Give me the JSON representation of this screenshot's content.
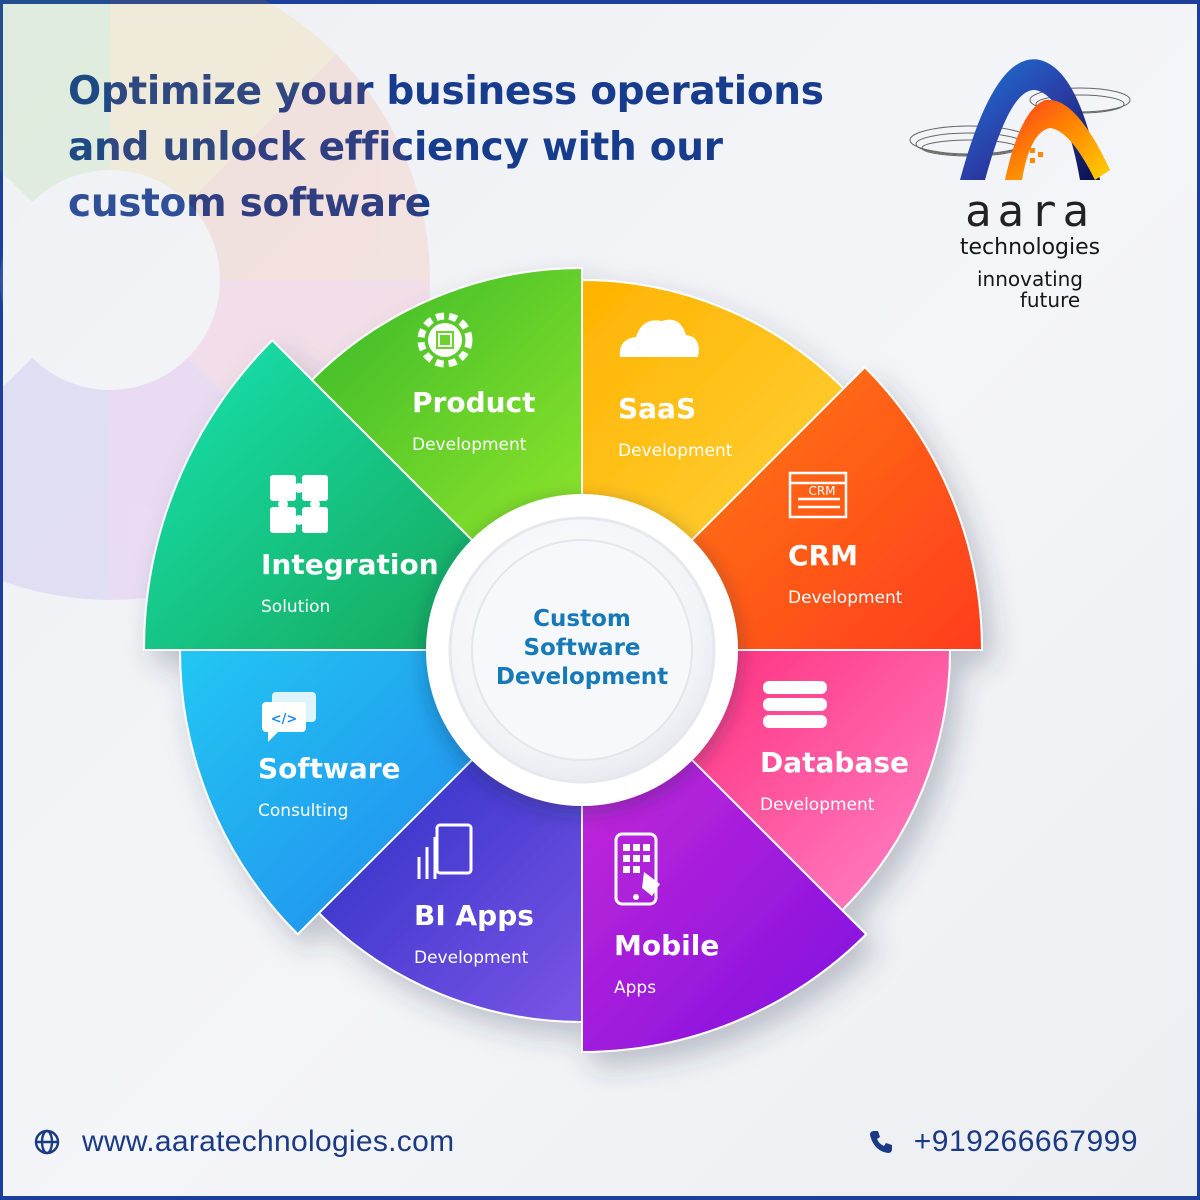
{
  "headline": [
    "Optimize your business operations",
    "and unlock efficiency with our",
    "custom software"
  ],
  "logo": {
    "brand": "aara",
    "sub": "technologies",
    "tagline_1": "innovating",
    "tagline_2": "future"
  },
  "center": [
    "Custom",
    "Software",
    "Development"
  ],
  "segments": [
    {
      "title": "SaaS",
      "subtitle": "Development",
      "icon": "cloud-icon",
      "color": "#ffb300"
    },
    {
      "title": "CRM",
      "subtitle": "Development",
      "icon": "crm-window-icon",
      "color": "#ff5a1f",
      "icon_text": "CRM"
    },
    {
      "title": "Database",
      "subtitle": "Development",
      "icon": "database-icon",
      "color": "#ff3c8a"
    },
    {
      "title": "Mobile",
      "subtitle": "Apps",
      "icon": "mobile-touch-icon",
      "color": "#a21ed6"
    },
    {
      "title": "BI Apps",
      "subtitle": "Development",
      "icon": "bi-chart-icon",
      "color": "#5a3de0"
    },
    {
      "title": "Software",
      "subtitle": "Consulting",
      "icon": "code-chat-icon",
      "color": "#1fa5f0"
    },
    {
      "title": "Integration",
      "subtitle": "Solution",
      "icon": "puzzle-icon",
      "color": "#17b57a"
    },
    {
      "title": "Product",
      "subtitle": "Development",
      "icon": "gear-box-icon",
      "color": "#5bc82a"
    }
  ],
  "footer": {
    "website": "www.aaratechnologies.com",
    "phone": "+919266667999"
  }
}
